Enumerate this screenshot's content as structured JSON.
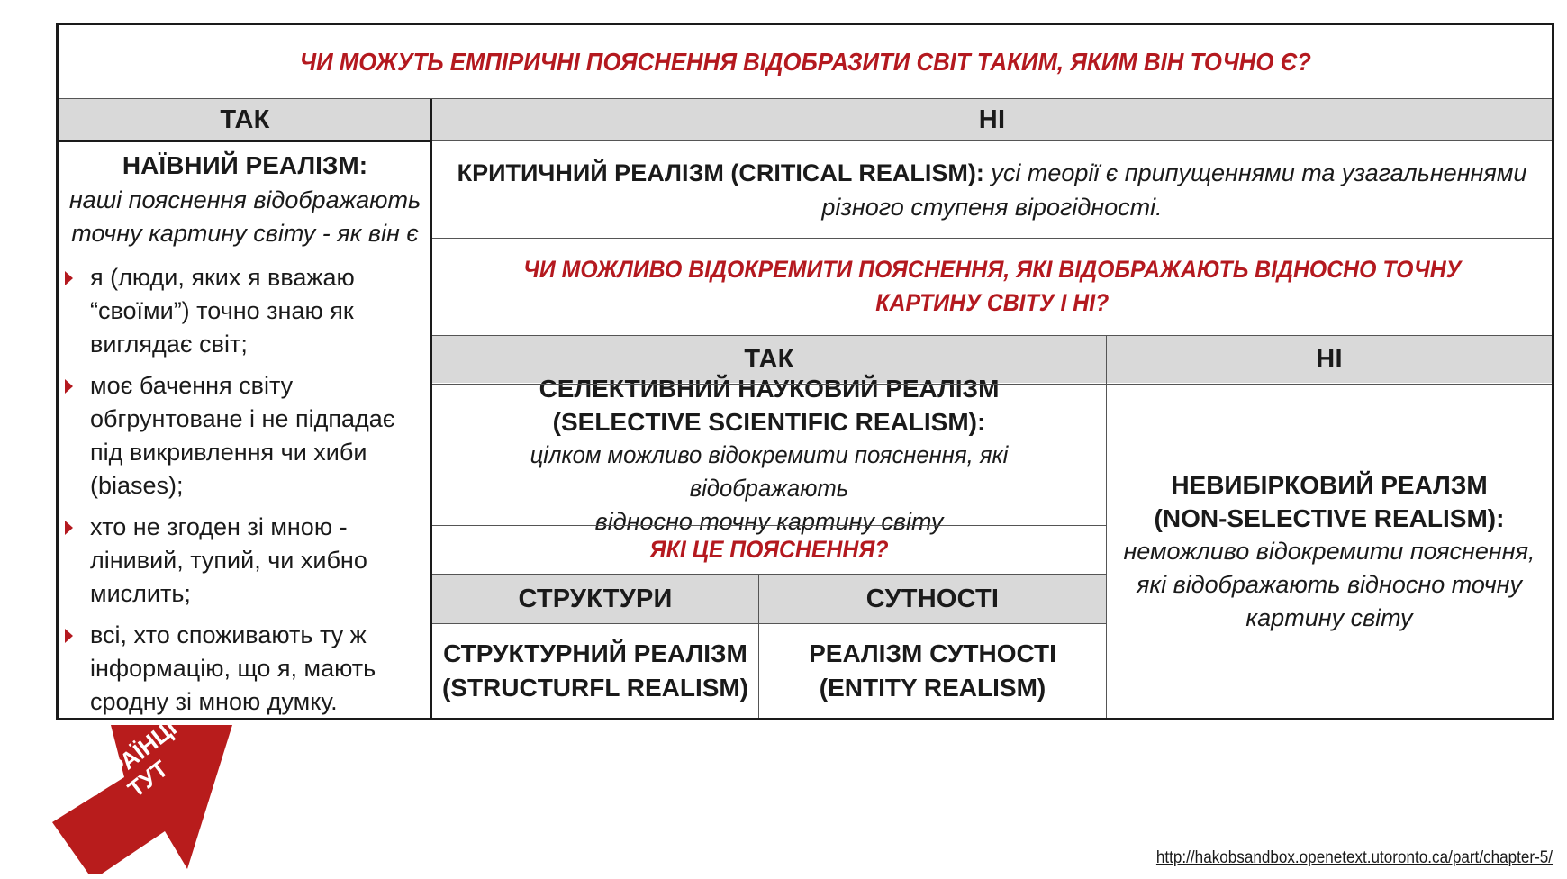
{
  "main_question": "ЧИ МОЖУТЬ ЕМПІРИЧНІ ПОЯСНЕННЯ ВІДОБРАЗИТИ СВІТ ТАКИМ, ЯКИМ ВІН ТОЧНО Є?",
  "yes_label": "ТАК",
  "no_label": "НІ",
  "naive": {
    "title": "НАЇВНИЙ РЕАЛІЗМ:",
    "desc_line1": "наші пояснення відображають",
    "desc_line2": "точну картину світу - як він є",
    "items": [
      "я (люди, яких я вважаю “своїми”) точно знаю як виглядає світ;",
      "моє бачення світу обгрунтоване і не підпадає під викривлення чи хиби (biases);",
      "хто не згоден зі мною - лінивий, тупий, чи хибно мислить;",
      "всі, хто споживають ту ж інформацію, що я, мають сродну зі мною думку."
    ]
  },
  "critical": {
    "title": "КРИТИЧНИЙ РЕАЛІЗМ (CRITICAL REALISM):",
    "desc": "усі теорії є припущеннями та узагальненнями",
    "desc_line2": "різного ступеня вірогідності."
  },
  "second_question": {
    "line1": "ЧИ МОЖЛИВО ВІДОКРЕМИТИ ПОЯСНЕННЯ, ЯКІ ВІДОБРАЖАЮТЬ ВІДНОСНО ТОЧНУ",
    "line2": "КАРТИНУ СВІТУ І НІ?"
  },
  "yes2_label": "ТАК",
  "no2_label": "НІ",
  "selective": {
    "title_line1": "СЕЛЕКТИВНИЙ НАУКОВИЙ РЕАЛІЗМ",
    "title_line2": "(SELECTIVE SCIENTIFIC REALISM):",
    "desc_line1": "цілком можливо відокремити пояснення, які відображають",
    "desc_line2": "відносно точну картину світу"
  },
  "third_question": "ЯКІ ЦЕ ПОЯСНЕННЯ?",
  "structures_label": "СТРУКТУРИ",
  "entities_label": "СУТНОСТІ",
  "structural": {
    "line1": "СТРУКТУРНИЙ РЕАЛІЗМ",
    "line2": "(STRUCTURFL REALISM)"
  },
  "entity": {
    "line1": "РЕАЛІЗМ СУТНОСТІ",
    "line2": "(ENTITY REALISM)"
  },
  "nonselective": {
    "title_line1": "НЕВИБІРКОВИЙ РЕАЛЗМ",
    "title_line2": "(NON-SELECTIVE REALISM):",
    "desc_line1": "неможливо відокремити пояснення,",
    "desc_line2": "які відображають відносно точну",
    "desc_line3": "картину світу"
  },
  "badge": {
    "line1": "УКРАЇНЦІ",
    "line2": "ТУТ",
    "color": "#b81c1c"
  },
  "source_url": "http://hakobsandbox.openetext.utoronto.ca/part/chapter-5/",
  "colors": {
    "accent_red": "#b4191f",
    "header_gray": "#d9d9d9"
  }
}
